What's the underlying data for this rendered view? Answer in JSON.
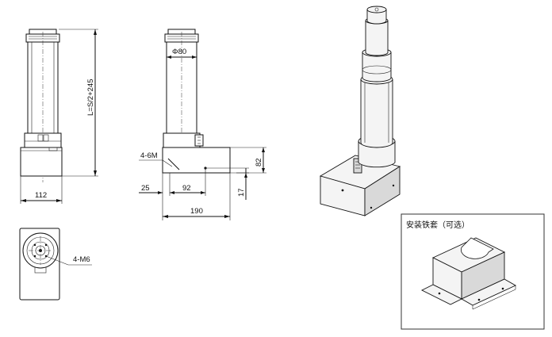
{
  "dimensions": {
    "length_formula": "L=S/2+245",
    "width_112": "112",
    "diameter_80": "Φ80",
    "holes_4_6m": "4-6M",
    "dim_25": "25",
    "dim_92": "92",
    "dim_190": "190",
    "dim_82": "82",
    "dim_17": "17",
    "holes_4_m6": "4-M6"
  },
  "accessory": {
    "caption": "安装铁套（可选）"
  }
}
